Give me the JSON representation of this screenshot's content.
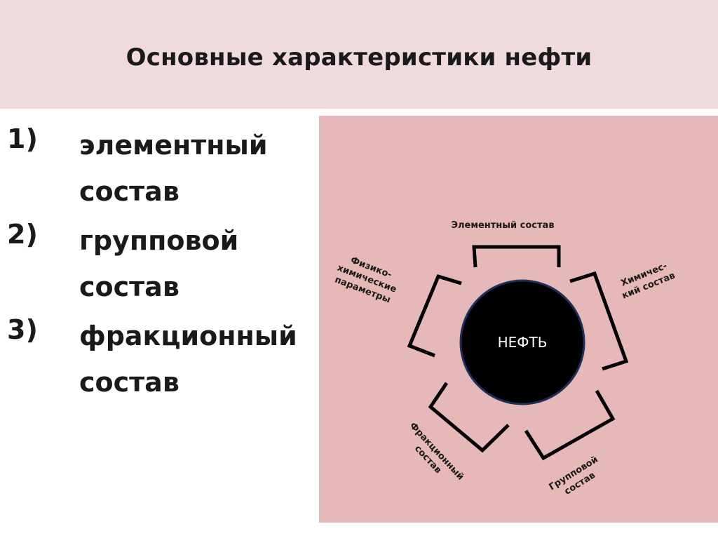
{
  "header": {
    "title": "Основные характеристики нефти",
    "background_color": "#efdbdd"
  },
  "list": {
    "items": [
      {
        "number": "1)",
        "text": "элементный состав"
      },
      {
        "number": "2)",
        "text": "групповой состав"
      },
      {
        "number": "3)",
        "text": "фракционный состав"
      }
    ]
  },
  "diagram": {
    "panel_color": "#e6b8b8",
    "center": {
      "label": "НЕФТЬ",
      "color": "#000000",
      "border_color": "#1f2f5c"
    },
    "labels": {
      "top": "Элементный состав",
      "right_line1": "Химичес-",
      "right_line2": "кий  состав",
      "left_line1": "Физико-",
      "left_line2": "химические",
      "left_line3": "параметры",
      "bottom_left_line1": "Фракционный",
      "bottom_left_line2": "состав",
      "bottom_right_line1": "Групповой",
      "bottom_right_line2": "состав"
    }
  }
}
